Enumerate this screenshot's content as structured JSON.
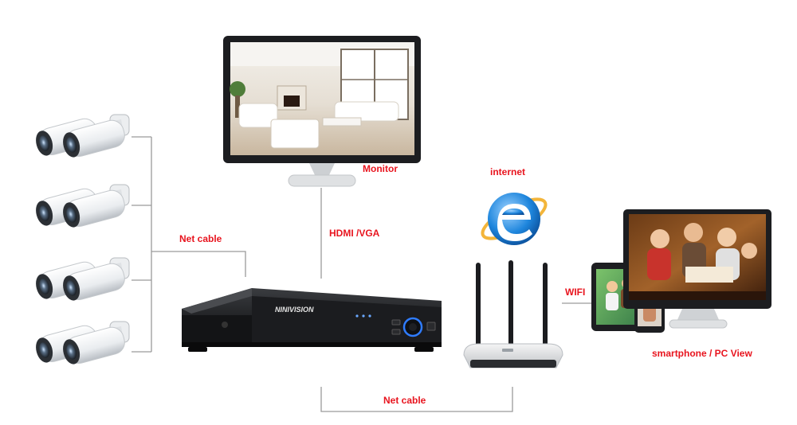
{
  "labels": {
    "monitor": "Monitor",
    "internet": "internet",
    "hdmi": "HDMI /VGA",
    "net_cable_left": "Net cable",
    "net_cable_bottom": "Net cable",
    "wifi": "WIFI",
    "view": "smartphone / PC View"
  },
  "nvr_brand": "NINIVISION",
  "colors": {
    "label_red": "#e8141e",
    "line_gray": "#9a9a9a",
    "nvr_body": "#1b1c1f",
    "nvr_accent": "#2f7cff",
    "ie_blue": "#1e86dd"
  },
  "icons": [
    "camera-icon",
    "monitor-icon",
    "nvr-icon",
    "router-icon",
    "internet-explorer-icon",
    "tablet-icon",
    "smartphone-icon",
    "pc-monitor-icon"
  ]
}
